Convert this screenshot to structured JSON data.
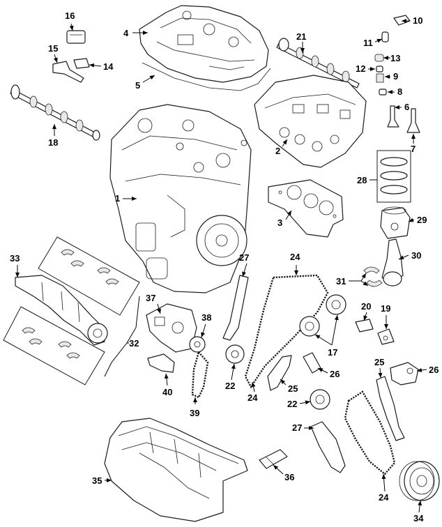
{
  "callouts": {
    "c1": "1",
    "c2": "2",
    "c3": "3",
    "c4": "4",
    "c5": "5",
    "c6": "6",
    "c7": "7",
    "c8": "8",
    "c9": "9",
    "c10": "10",
    "c11": "11",
    "c12": "12",
    "c13": "13",
    "c14": "14",
    "c15": "15",
    "c16": "16",
    "c17": "17",
    "c18": "18",
    "c19": "19",
    "c20": "20",
    "c21": "21",
    "c22": "22",
    "c24": "24",
    "c25": "25",
    "c26": "26",
    "c27": "27",
    "c28": "28",
    "c29": "29",
    "c30": "30",
    "c31": "31",
    "c32": "32",
    "c33": "33",
    "c34": "34",
    "c35": "35",
    "c36": "36",
    "c37": "37",
    "c38": "38",
    "c39": "39",
    "c40": "40"
  }
}
